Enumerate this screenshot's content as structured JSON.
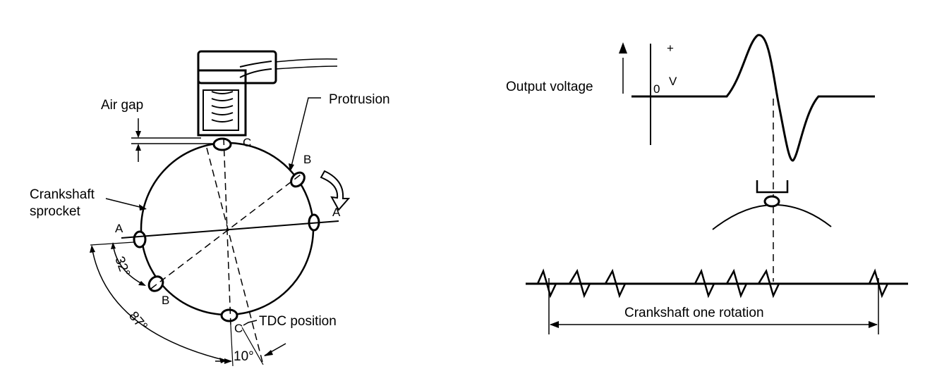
{
  "left_diagram": {
    "labels": {
      "air_gap": "Air gap",
      "protrusion": "Protrusion",
      "crankshaft": "Crankshaft",
      "sprocket": "sprocket",
      "tdc_position": "TDC position"
    },
    "points": {
      "a_left": "A",
      "a_right": "A",
      "b_top": "B",
      "b_bottom": "B",
      "c_top": "C",
      "c_bottom": "C"
    },
    "angles": {
      "a32": "32°",
      "a87": "87°",
      "a10": "10°"
    }
  },
  "right_diagram": {
    "labels": {
      "output_voltage": "Output voltage",
      "zero": "0",
      "volt": "V",
      "plus": "+",
      "one_rotation": "Crankshaft one rotation"
    }
  }
}
